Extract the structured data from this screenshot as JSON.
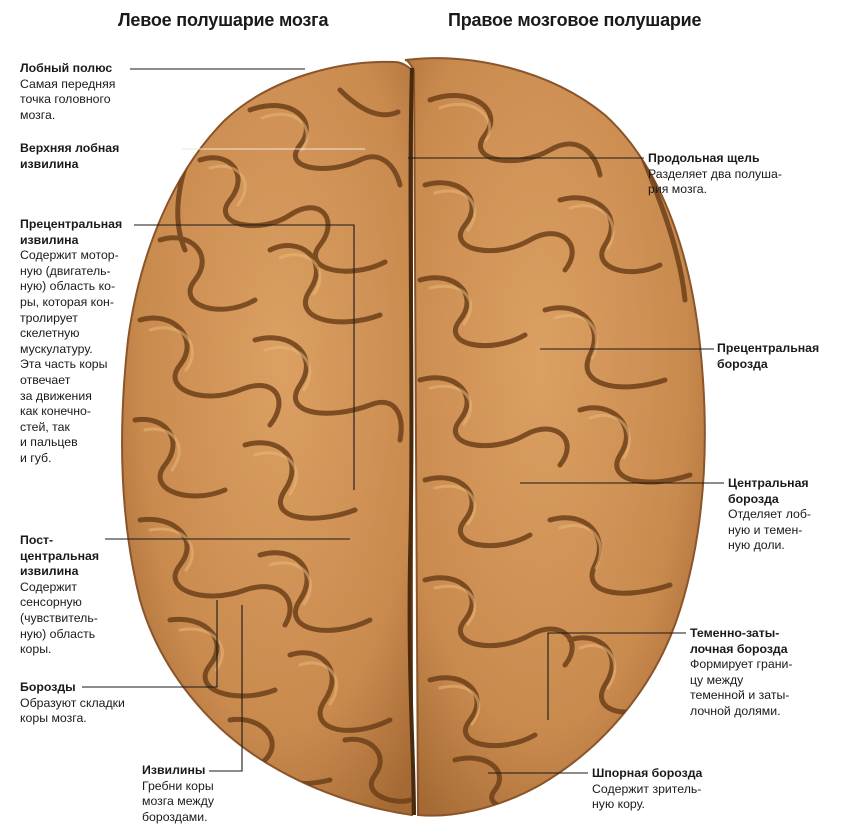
{
  "headers": {
    "left": "Левое полушарие мозга",
    "right": "Правое мозговое полушарие"
  },
  "labels": {
    "frontal_pole": {
      "title": "Лобный полюс",
      "desc": "Самая передняя\nточка головного\nмозга."
    },
    "superior_frontal": {
      "title": "Верхняя лобная\nизвилина",
      "desc": ""
    },
    "precentral_gyrus": {
      "title": "Прецентральная\nизвилина",
      "desc": "Содержит мотор-\nную (двигатель-\nную) область ко-\nры, которая кон-\nтролирует\nскелетную\nмускулатуру.\nЭта часть коры\nотвечает\nза движения\nкак конечно-\nстей, так\nи пальцев\nи губ."
    },
    "postcentral_gyrus": {
      "title": "Пост-\nцентральная\nизвилина",
      "desc": "Содержит\nсенсорную\n(чувствитель-\nную) область\nкоры."
    },
    "sulci": {
      "title": "Борозды",
      "desc": "Образуют складки\nкоры мозга."
    },
    "gyri": {
      "title": "Извилины",
      "desc": "Гребни коры\nмозга между\nбороздами."
    },
    "longitudinal_fissure": {
      "title": "Продольная щель",
      "desc": "Разделяет два полуша-\nрия мозга."
    },
    "precentral_sulcus": {
      "title": "Прецентральная\nборозда",
      "desc": ""
    },
    "central_sulcus": {
      "title": "Центральная\nборозда",
      "desc": "Отделяет лоб-\nную и темен-\nную доли."
    },
    "parieto_occipital": {
      "title": "Теменно-заты-\nлочная борозда",
      "desc": "Формирует грани-\nцу между\nтеменной и заты-\nлочной долями."
    },
    "calcarine": {
      "title": "Шпорная борозда",
      "desc": "Содержит зритель-\nную кору."
    }
  },
  "colors": {
    "brain_base": "#c98a4e",
    "brain_light": "#e0a868",
    "brain_dark": "#7a4a22",
    "leader": "#1a1a1a"
  }
}
